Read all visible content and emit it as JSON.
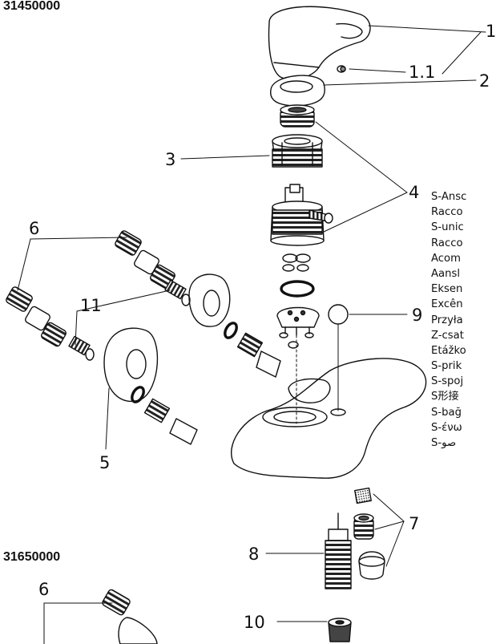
{
  "models": {
    "first": "31450000",
    "second": "31650000"
  },
  "callouts": {
    "c1": "1",
    "c1_1": "1.1",
    "c2": "2",
    "c3": "3",
    "c4": "4",
    "c5": "5",
    "c6_top": "6",
    "c6_bottom": "6",
    "c7": "7",
    "c8": "8",
    "c9": "9",
    "c10": "10",
    "c11": "11"
  },
  "language_labels": [
    "S-Ansc",
    "Racco",
    "S-unic",
    "Racco",
    "Acom",
    "Aansl",
    "Eksen",
    "Excên",
    "Przyła",
    "Z-csat",
    "Etážko",
    "S-prik",
    "S-spoj",
    "S形接",
    "S-bağ",
    "S-ένω",
    "S-صو"
  ]
}
